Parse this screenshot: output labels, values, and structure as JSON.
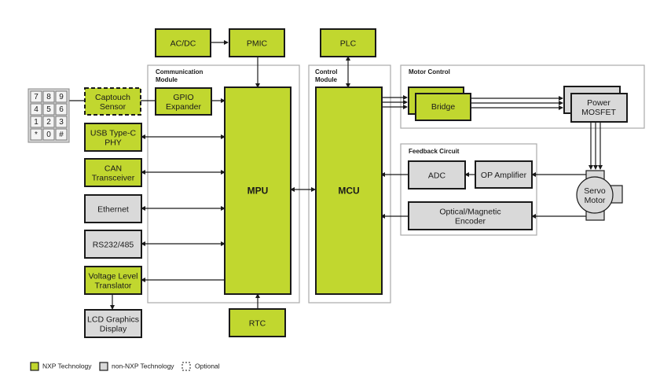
{
  "diagram": {
    "groups": {
      "communication": "Communication\nModule",
      "control": "Control\nModule",
      "motor_control": "Motor Control",
      "feedback": "Feedback Circuit"
    },
    "blocks": {
      "acdc": "AC/DC",
      "pmic": "PMIC",
      "plc": "PLC",
      "gpio": "GPIO\nExpander",
      "captouch": "Captouch\nSensor",
      "usb": "USB Type-C\nPHY",
      "can": "CAN\nTransceiver",
      "ethernet": "Ethernet",
      "rs232": "RS232/485",
      "vlt": "Voltage Level\nTranslator",
      "lcd": "LCD Graphics\nDisplay",
      "mpu": "MPU",
      "mcu": "MCU",
      "rtc": "RTC",
      "bridge": "Bridge",
      "mosfet": "Power\nMOSFET",
      "adc": "ADC",
      "opamp": "OP Amplifier",
      "encoder": "Optical/Magnetic\nEncoder",
      "servo": "Servo\nMotor"
    },
    "keypad": [
      "7",
      "8",
      "9",
      "4",
      "5",
      "6",
      "1",
      "2",
      "3",
      "*",
      "0",
      "#"
    ],
    "colors": {
      "nxp": "#c1d72f",
      "non_nxp": "#d9d9d9"
    }
  },
  "legend": {
    "nxp": "NXP Technology",
    "non_nxp": "non-NXP Technology",
    "optional": "Optional"
  }
}
